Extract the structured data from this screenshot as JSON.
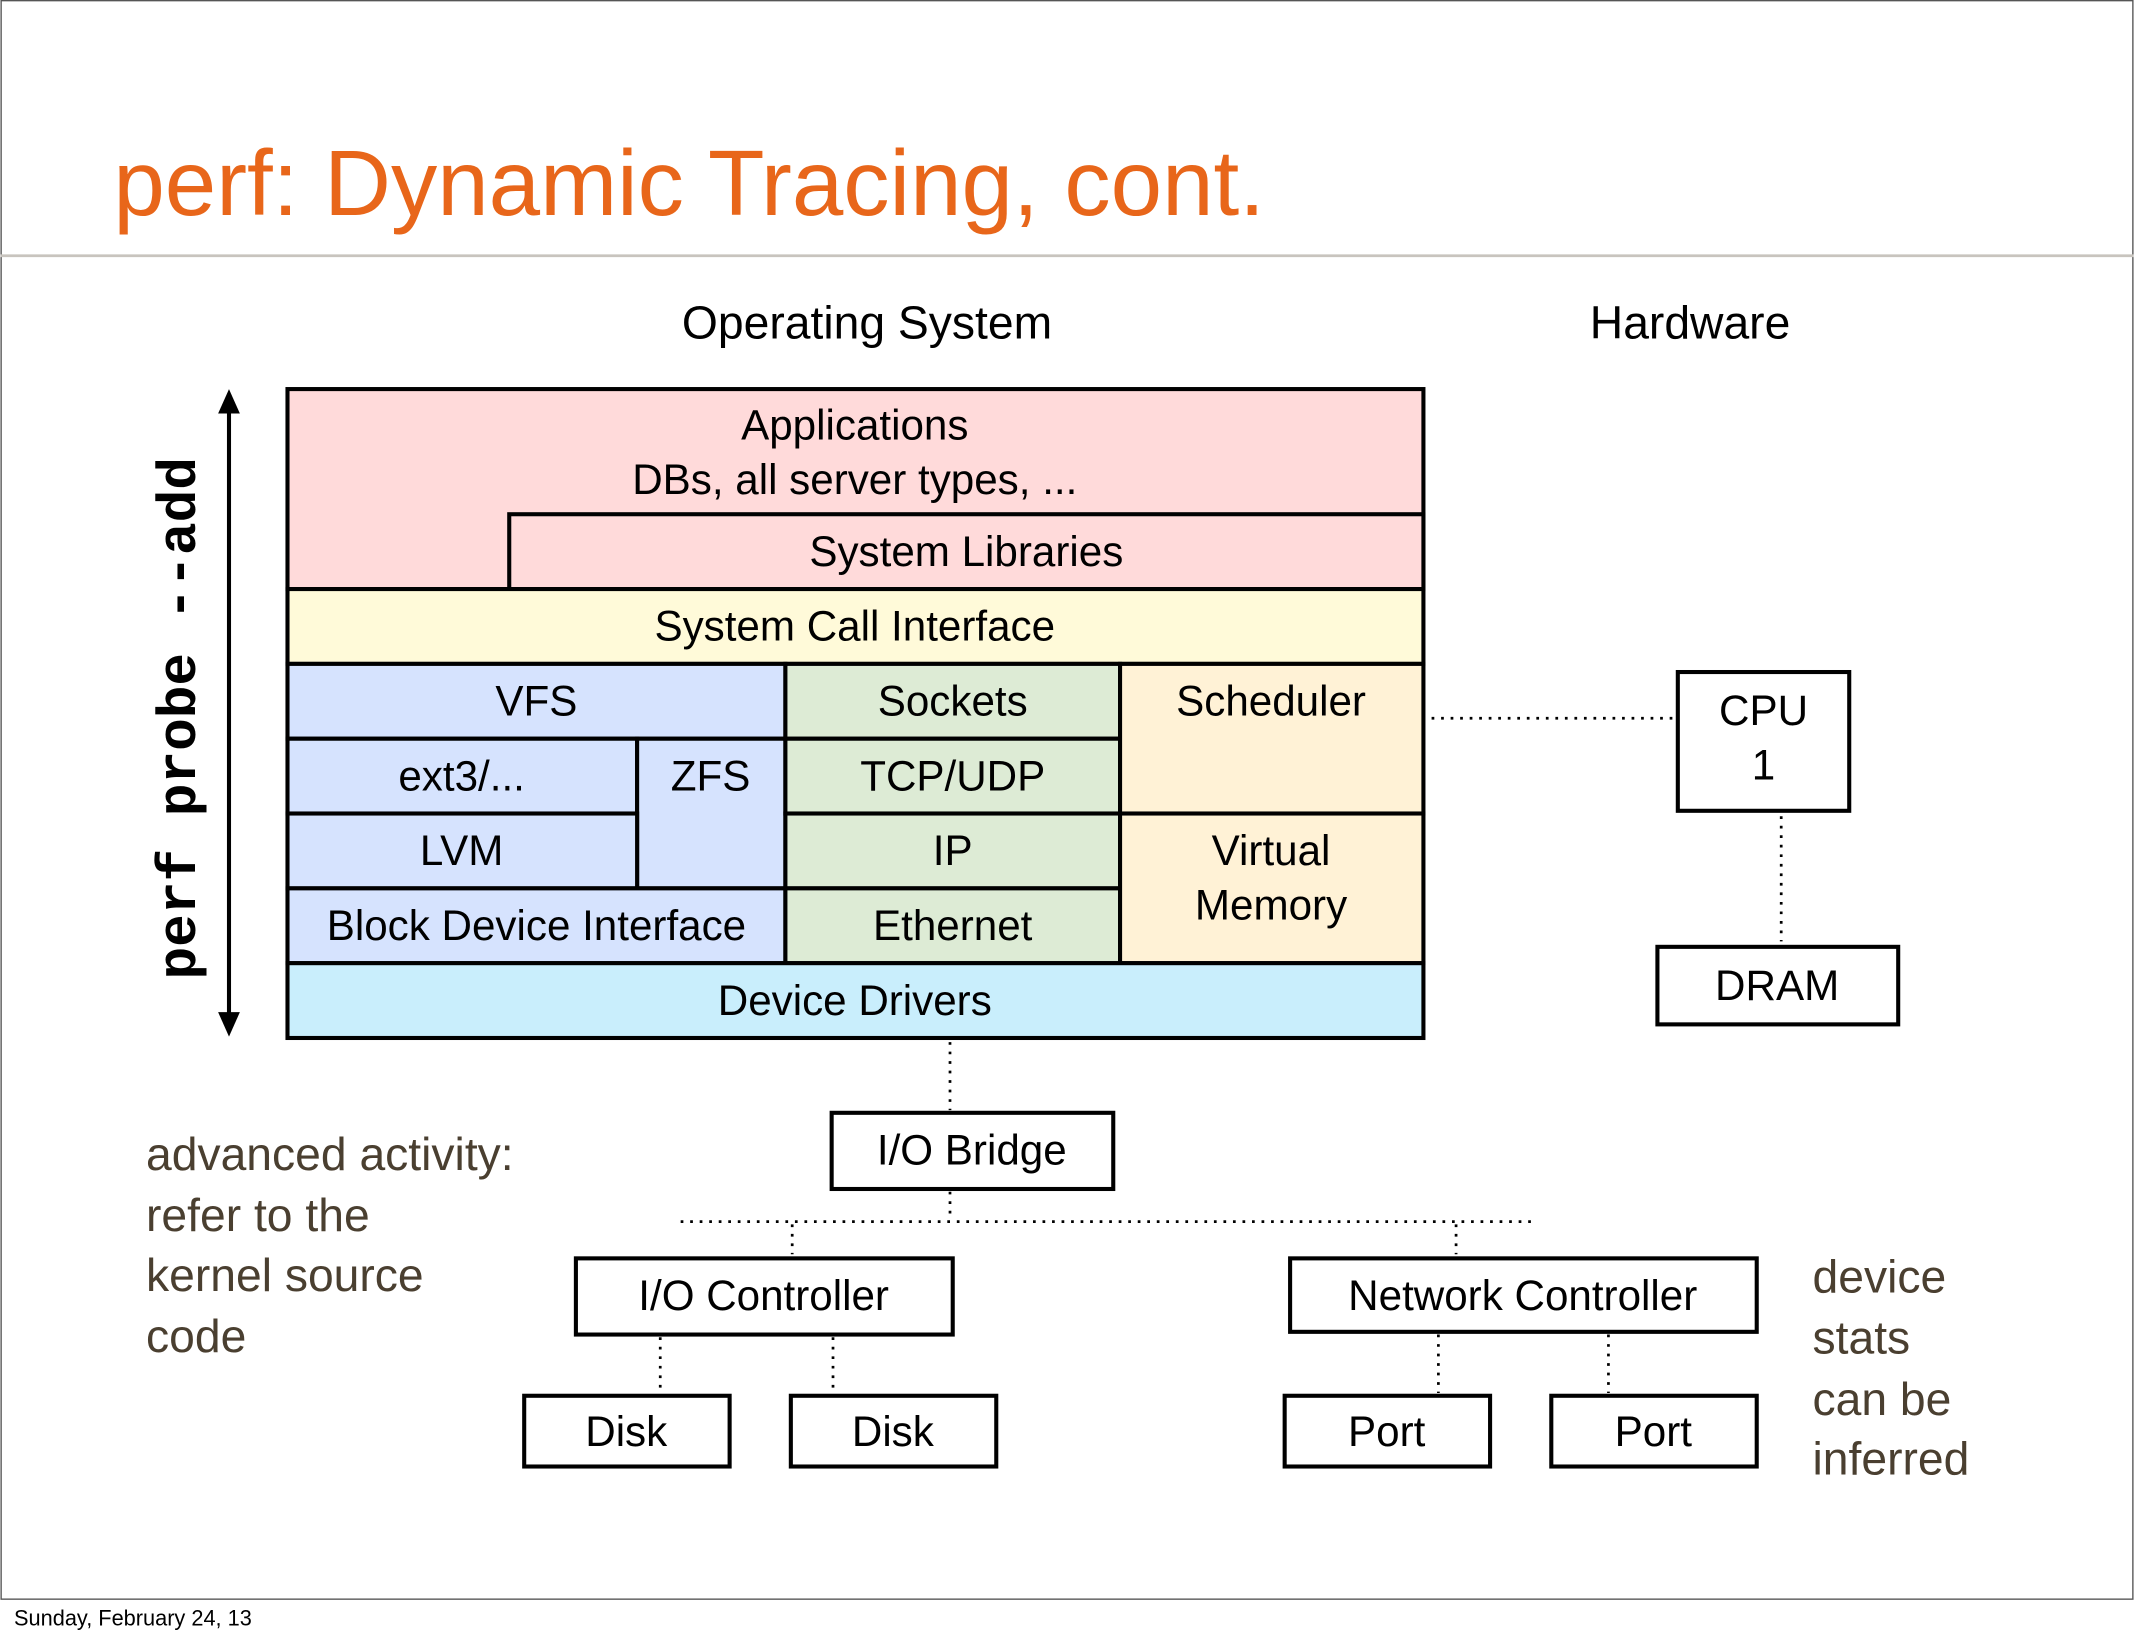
{
  "title": "perf: Dynamic Tracing, cont.",
  "footer": "Sunday, February 24, 13",
  "headings": {
    "os": "Operating System",
    "hardware": "Hardware"
  },
  "side_label": "perf probe --add",
  "colors": {
    "title": "#E8661A",
    "apps": "#FFDADA",
    "syscall": "#FFFAD9",
    "fs": "#D6E3FE",
    "net": "#DDEBD5",
    "kernel": "#FFF2D6",
    "drivers": "#C9EEFC",
    "note": "#4A3F30"
  },
  "os": {
    "applications": "Applications",
    "applications_sub": "DBs, all server types, ...",
    "system_libraries": "System Libraries",
    "system_call_interface": "System Call Interface",
    "vfs": "VFS",
    "sockets": "Sockets",
    "scheduler": "Scheduler",
    "ext3": "ext3/...",
    "zfs": "ZFS",
    "tcp_udp": "TCP/UDP",
    "lvm": "LVM",
    "ip": "IP",
    "virtual": "Virtual",
    "memory": "Memory",
    "block_device_interface": "Block Device Interface",
    "ethernet": "Ethernet",
    "device_drivers": "Device Drivers"
  },
  "hardware": {
    "cpu": "CPU",
    "cpu_num": "1",
    "dram": "DRAM",
    "io_bridge": "I/O Bridge",
    "io_controller": "I/O Controller",
    "network_controller": "Network Controller",
    "disk1": "Disk",
    "disk2": "Disk",
    "port1": "Port",
    "port2": "Port"
  },
  "notes": {
    "left": [
      "advanced activity:",
      "refer to the",
      "kernel source",
      "code"
    ],
    "right": [
      "device",
      "stats",
      "can be",
      "inferred"
    ]
  }
}
